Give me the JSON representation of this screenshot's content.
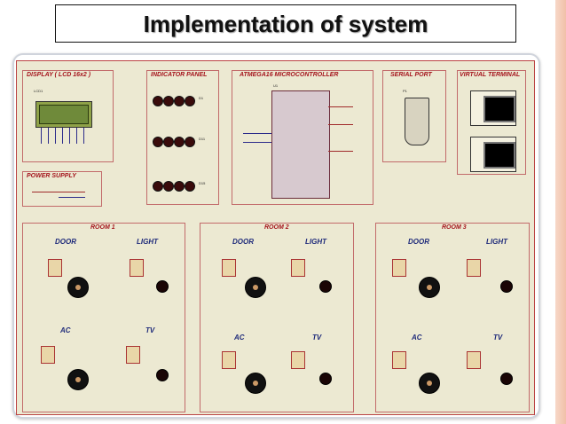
{
  "slide": {
    "title": "Implementation of system"
  },
  "schematic": {
    "blocks": {
      "display": "DISPLAY ( LCD 16x2 )",
      "indicator": "INDICATOR PANEL",
      "mcu": "ATMEGA16 MICROCONTROLLER",
      "serial": "SERIAL PORT",
      "vterm": "VIRTUAL TERMINAL",
      "power": "POWER SUPPLY"
    },
    "rooms": [
      {
        "name": "ROOM 1",
        "door": "DOOR",
        "light": "LIGHT",
        "ac": "AC",
        "tv": "TV"
      },
      {
        "name": "ROOM 2",
        "door": "DOOR",
        "light": "LIGHT",
        "ac": "AC",
        "tv": "TV"
      },
      {
        "name": "ROOM 3",
        "door": "DOOR",
        "light": "LIGHT",
        "ac": "AC",
        "tv": "TV"
      }
    ],
    "component_labels": {
      "lcd": "LCD1",
      "mcu": "U1",
      "serial": "P1",
      "diodes": [
        "D1",
        "D11",
        "D15"
      ]
    },
    "colors": {
      "sheet_bg": "#ece9d2",
      "header_text": "#a4141c",
      "room_label": "#1e2a7a",
      "border": "#c26a6a"
    }
  }
}
